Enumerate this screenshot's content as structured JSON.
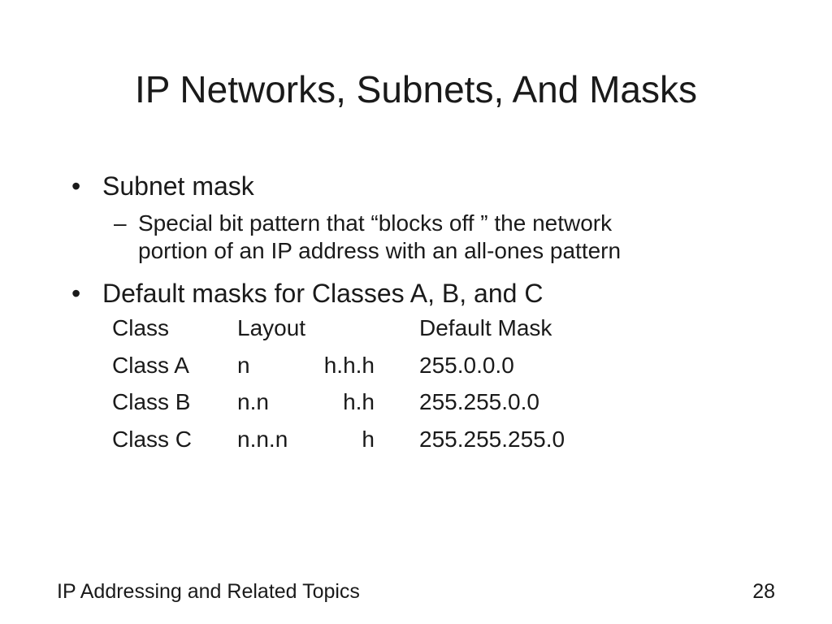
{
  "slide": {
    "title": "IP Networks, Subnets, And Masks",
    "bullets": [
      {
        "marker": "•",
        "text": "Subnet mask",
        "sub": {
          "marker": "–",
          "lines": [
            "Special bit pattern that “blocks off ” the network",
            "portion of an IP address with an all-ones pattern"
          ]
        }
      },
      {
        "marker": "•",
        "text": "Default masks for Classes A, B, and C"
      }
    ],
    "mask_table": {
      "headers": [
        "Class",
        "Layout",
        "Default Mask"
      ],
      "rows": [
        {
          "class": "Class A",
          "network": "n",
          "host": "h.h.h",
          "mask": "255.0.0.0"
        },
        {
          "class": "Class B",
          "network": "n.n",
          "host": "h.h",
          "mask": "255.255.0.0"
        },
        {
          "class": "Class C",
          "network": "n.n.n",
          "host": "h",
          "mask": "255.255.255.0"
        }
      ]
    },
    "footer": {
      "left": "IP Addressing and Related Topics",
      "page_number": "28"
    }
  }
}
